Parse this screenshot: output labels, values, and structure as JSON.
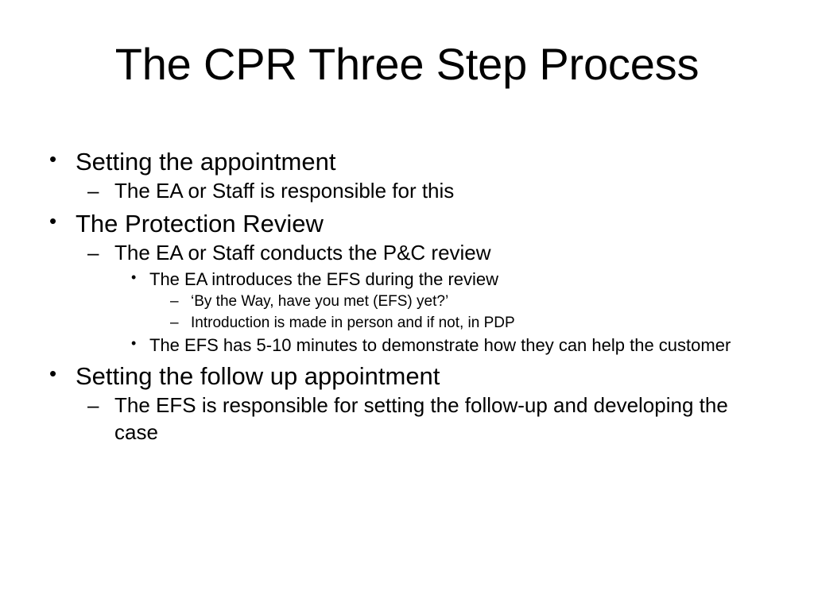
{
  "slide": {
    "title": "The CPR Three Step Process",
    "background_color": "#ffffff",
    "text_color": "#000000",
    "marks": {
      "level1_bullet": "•",
      "level2_bullet": "–",
      "level3_bullet": "•",
      "level4_bullet": "–"
    },
    "outline": [
      {
        "level": 1,
        "text": "Setting the appointment",
        "children": [
          {
            "level": 2,
            "text": "The EA or Staff is responsible for this"
          }
        ]
      },
      {
        "level": 1,
        "text": "The Protection Review",
        "children": [
          {
            "level": 2,
            "text": "The EA or Staff conducts the P&C review",
            "children": [
              {
                "level": 3,
                "text": "The EA introduces the EFS during the review",
                "children": [
                  {
                    "level": 4,
                    "text": "‘By the Way, have you met (EFS) yet?’"
                  },
                  {
                    "level": 4,
                    "text": "Introduction is made in person and if not, in PDP"
                  }
                ]
              },
              {
                "level": 3,
                "text": "The EFS has 5-10 minutes to demonstrate how they can help the customer"
              }
            ]
          }
        ]
      },
      {
        "level": 1,
        "text": "Setting the follow up appointment",
        "children": [
          {
            "level": 2,
            "text": "The EFS is responsible for setting the follow-up and developing the case"
          }
        ]
      }
    ]
  }
}
